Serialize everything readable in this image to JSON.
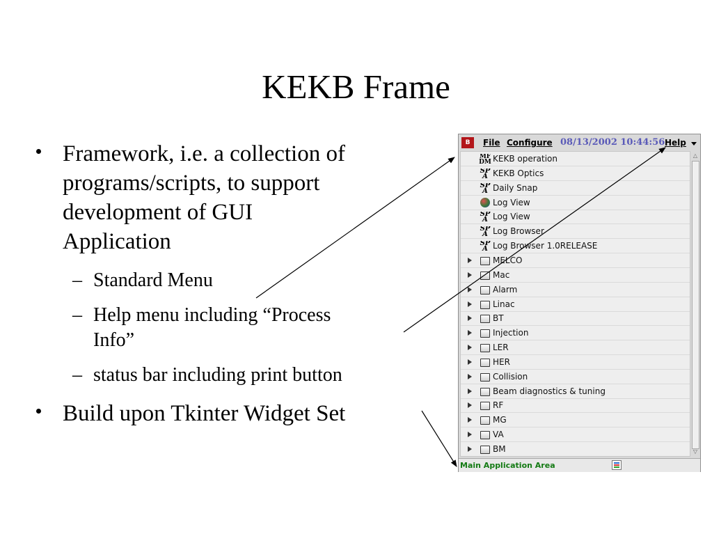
{
  "slide": {
    "title": "KEKB Frame",
    "bullets": [
      {
        "lines": [
          "Framework, i.e. a collection of",
          "programs/scripts, to support",
          "development of GUI",
          "Application"
        ]
      },
      {
        "lines": [
          "Build upon Tkinter Widget Set"
        ]
      }
    ],
    "subbullets": [
      {
        "dash": "–",
        "lines": [
          "Standard Menu"
        ]
      },
      {
        "dash": "–",
        "lines": [
          "Help menu including “Process",
          "Info”"
        ]
      },
      {
        "dash": "–",
        "lines": [
          "status bar including print button"
        ]
      }
    ]
  },
  "app": {
    "logo_text": "B",
    "menu": {
      "file": "File",
      "configure": "Configure",
      "help": "Help"
    },
    "datetime": "08/13/2002 10:44:56",
    "items": [
      {
        "label": "KEKB operation",
        "icon": "mfdm-icon",
        "icon_text": "MF DM",
        "expandable": false
      },
      {
        "label": "KEKB Optics",
        "icon": "sad-icon",
        "icon_text": "SP A",
        "expandable": false
      },
      {
        "label": "Daily Snap",
        "icon": "sad-icon",
        "icon_text": "SP A",
        "expandable": false
      },
      {
        "label": "Log View",
        "icon": "globe-icon",
        "icon_text": "",
        "expandable": false
      },
      {
        "label": "Log View",
        "icon": "sad-icon",
        "icon_text": "SP A",
        "expandable": false
      },
      {
        "label": "Log Browser",
        "icon": "sad-icon",
        "icon_text": "SP A",
        "expandable": false
      },
      {
        "label": "Log Browser 1.0RELEASE",
        "icon": "sad-icon",
        "icon_text": "SP A",
        "expandable": false
      },
      {
        "label": "MELCO",
        "icon": "folder-icon",
        "icon_text": "",
        "expandable": true
      },
      {
        "label": "Mac",
        "icon": "folder-icon",
        "icon_text": "",
        "expandable": true
      },
      {
        "label": "Alarm",
        "icon": "folder-icon",
        "icon_text": "",
        "expandable": true
      },
      {
        "label": "Linac",
        "icon": "folder-icon",
        "icon_text": "",
        "expandable": true
      },
      {
        "label": "BT",
        "icon": "folder-icon",
        "icon_text": "",
        "expandable": true
      },
      {
        "label": "Injection",
        "icon": "folder-icon",
        "icon_text": "",
        "expandable": true
      },
      {
        "label": "LER",
        "icon": "folder-icon",
        "icon_text": "",
        "expandable": true
      },
      {
        "label": "HER",
        "icon": "folder-icon",
        "icon_text": "",
        "expandable": true
      },
      {
        "label": "Collision",
        "icon": "folder-icon",
        "icon_text": "",
        "expandable": true
      },
      {
        "label": "Beam diagnostics & tuning",
        "icon": "folder-icon",
        "icon_text": "",
        "expandable": true
      },
      {
        "label": "RF",
        "icon": "folder-icon",
        "icon_text": "",
        "expandable": true
      },
      {
        "label": "MG",
        "icon": "folder-icon",
        "icon_text": "",
        "expandable": true
      },
      {
        "label": "VA",
        "icon": "folder-icon",
        "icon_text": "",
        "expandable": true
      },
      {
        "label": "BM",
        "icon": "folder-icon",
        "icon_text": "",
        "expandable": true
      }
    ],
    "status": "Main Application Area"
  },
  "colors": {
    "datetime": "#5a5ab8",
    "status": "#137a13",
    "logo": "#b3161a"
  }
}
